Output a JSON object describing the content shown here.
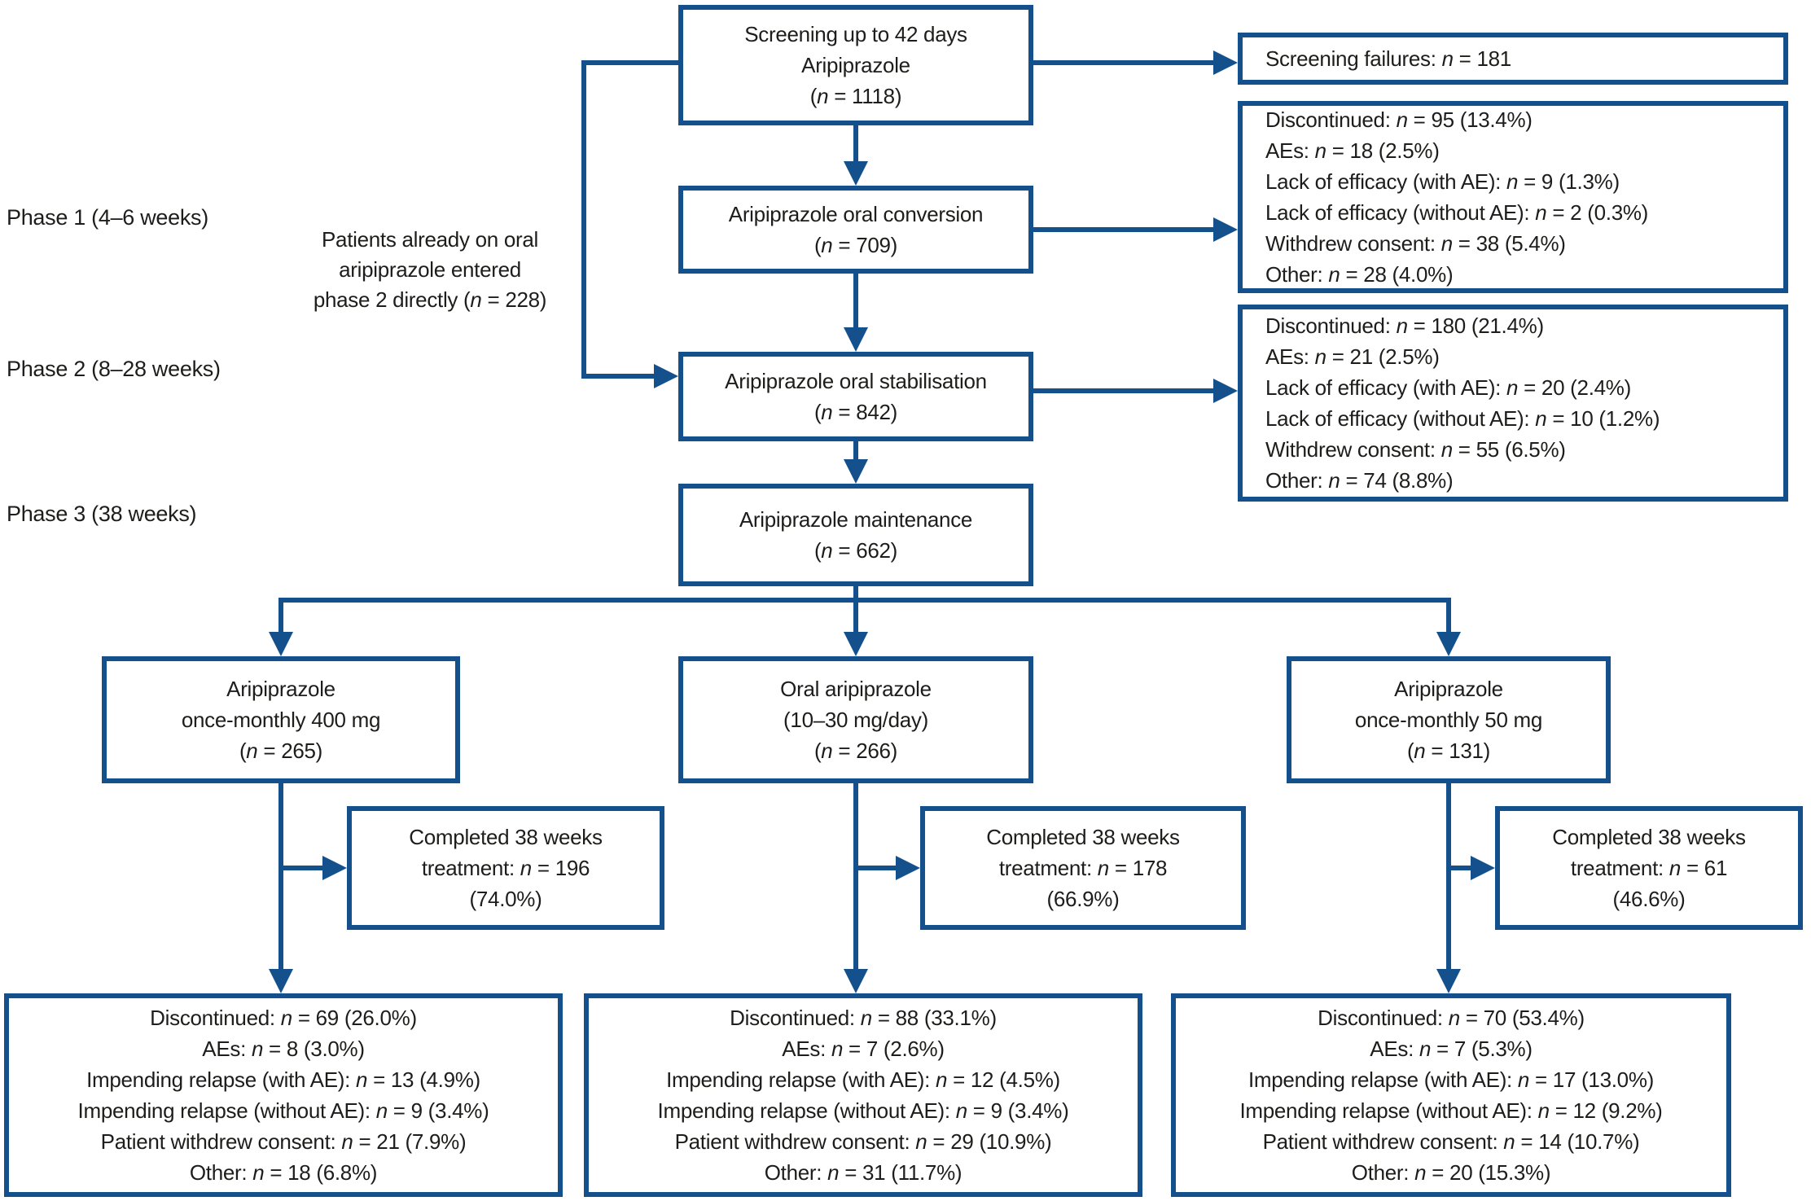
{
  "colors": {
    "line": "#14518C",
    "text": "#1D1D1B",
    "background": "#FFFFFF"
  },
  "phase_labels": {
    "phase1": "Phase 1 (4–6 weeks)",
    "phase2": "Phase 2 (8–28 weeks)",
    "phase3": "Phase 3 (38 weeks)"
  },
  "bypass_note": {
    "lines": [
      "Patients already on oral",
      "aripiprazole entered",
      "phase 2 directly (n = 228)"
    ]
  },
  "boxes": {
    "screening": {
      "lines": [
        "Screening up to 42 days",
        "Aripiprazole",
        "(n = 1118)"
      ]
    },
    "screening_failures": {
      "lines": [
        "Screening failures: n = 181"
      ]
    },
    "discontinued_phase1": {
      "lines": [
        "Discontinued: n = 95 (13.4%)",
        "AEs: n = 18 (2.5%)",
        "Lack of efficacy (with AE): n = 9 (1.3%)",
        "Lack of efficacy (without AE): n = 2 (0.3%)",
        "Withdrew consent: n = 38 (5.4%)",
        "Other: n = 28 (4.0%)"
      ]
    },
    "oral_conversion": {
      "lines": [
        "Aripiprazole oral conversion",
        "(n = 709)"
      ]
    },
    "discontinued_phase2": {
      "lines": [
        "Discontinued: n = 180 (21.4%)",
        "AEs: n = 21 (2.5%)",
        "Lack of efficacy (with AE): n = 20 (2.4%)",
        "Lack of efficacy (without AE): n = 10 (1.2%)",
        "Withdrew consent: n = 55 (6.5%)",
        "Other: n = 74 (8.8%)"
      ]
    },
    "oral_stabilisation": {
      "lines": [
        "Aripiprazole oral stabilisation",
        "(n = 842)"
      ]
    },
    "maintenance": {
      "lines": [
        "Aripiprazole maintenance",
        "(n = 662)"
      ]
    },
    "arm_400mg": {
      "lines": [
        "Aripiprazole",
        "once-monthly 400 mg",
        "(n = 265)"
      ]
    },
    "arm_oral": {
      "lines": [
        "Oral aripiprazole",
        "(10–30 mg/day)",
        "(n = 266)"
      ]
    },
    "arm_50mg": {
      "lines": [
        "Aripiprazole",
        "once-monthly 50 mg",
        "(n = 131)"
      ]
    },
    "completed_400mg": {
      "lines": [
        "Completed 38 weeks",
        "treatment: n = 196",
        "(74.0%)"
      ]
    },
    "completed_oral": {
      "lines": [
        "Completed 38 weeks",
        "treatment: n = 178",
        "(66.9%)"
      ]
    },
    "completed_50mg": {
      "lines": [
        "Completed 38 weeks",
        "treatment: n = 61",
        "(46.6%)"
      ]
    },
    "discontinued_400mg": {
      "lines": [
        "Discontinued: n = 69 (26.0%)",
        "AEs: n = 8 (3.0%)",
        "Impending relapse (with AE): n = 13 (4.9%)",
        "Impending relapse (without AE): n = 9 (3.4%)",
        "Patient withdrew consent: n = 21 (7.9%)",
        "Other: n = 18 (6.8%)"
      ]
    },
    "discontinued_oral": {
      "lines": [
        "Discontinued: n = 88 (33.1%)",
        "AEs: n = 7 (2.6%)",
        "Impending relapse (with AE): n = 12 (4.5%)",
        "Impending relapse (without AE): n = 9 (3.4%)",
        "Patient withdrew consent: n = 29 (10.9%)",
        "Other: n = 31 (11.7%)"
      ]
    },
    "discontinued_50mg": {
      "lines": [
        "Discontinued: n = 70 (53.4%)",
        "AEs: n = 7 (5.3%)",
        "Impending relapse (with AE): n = 17 (13.0%)",
        "Impending relapse (without AE): n = 12 (9.2%)",
        "Patient withdrew consent: n = 14 (10.7%)",
        "Other: n = 20 (15.3%)"
      ]
    }
  }
}
